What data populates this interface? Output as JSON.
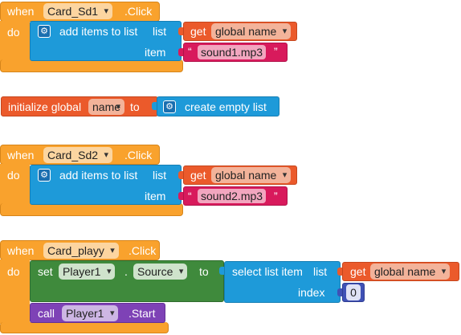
{
  "events": [
    {
      "when": "when",
      "component": "Card_Sd1",
      "event": ".Click",
      "do": "do",
      "add": {
        "label": "add items to list",
        "list_label": "list",
        "item_label": "item"
      },
      "get": {
        "label": "get",
        "var": "global name"
      },
      "item_value": "sound1.mp3"
    },
    {
      "when": "when",
      "component": "Card_Sd2",
      "event": ".Click",
      "do": "do",
      "add": {
        "label": "add items to list",
        "list_label": "list",
        "item_label": "item"
      },
      "get": {
        "label": "get",
        "var": "global name"
      },
      "item_value": "sound2.mp3"
    },
    {
      "when": "when",
      "component": "Card_playy",
      "event": ".Click",
      "do": "do",
      "set": {
        "label": "set",
        "component": "Player1",
        "dot": ".",
        "property": "Source",
        "to": "to"
      },
      "select": {
        "label": "select list item",
        "list_label": "list",
        "index_label": "index",
        "index_value": "0"
      },
      "get": {
        "label": "get",
        "var": "global name"
      },
      "call": {
        "label": "call",
        "component": "Player1",
        "method": ".Start"
      }
    }
  ],
  "init_global": {
    "label": "initialize global",
    "name": "name",
    "to": "to",
    "value_label": "create empty list"
  },
  "quote_open": "“",
  "quote_close": "”",
  "colors": {
    "event": "#f9a22d",
    "lists": "#1e9ad9",
    "variables": "#eb5a2b",
    "text": "#d81a5c",
    "math": "#3f51b5",
    "component_set": "#3f8a3c",
    "component_call": "#7e42b6"
  }
}
